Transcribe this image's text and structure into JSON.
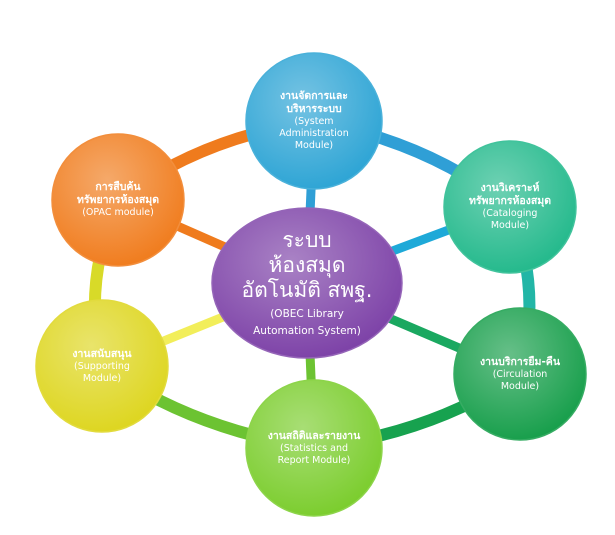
{
  "diagram": {
    "center": {
      "lines_th": [
        "ระบบ",
        "ห้องสมุด",
        "อัตโนมัติ สพฐ."
      ],
      "lines_en": [
        "(OBEC  Library",
        "Automation System)"
      ],
      "color": "#7b3fa6"
    },
    "modules": [
      {
        "id": "system-admin",
        "lines_th": [
          "งานจัดการและ",
          "บริหารระบบ"
        ],
        "lines_en": [
          "(System",
          "Administration",
          "Module)"
        ],
        "color": "#2aa3d4",
        "ring_color": "#2f9fd6"
      },
      {
        "id": "cataloging",
        "lines_th": [
          "งานวิเคราะห์",
          "ทรัพยากรห้องสมุด"
        ],
        "lines_en": [
          "(Cataloging",
          "Module)"
        ],
        "color": "#20b88a",
        "ring_color": "#22b6a6"
      },
      {
        "id": "circulation",
        "lines_th": [
          "งานบริการยืม-คืน"
        ],
        "lines_en": [
          "(Circulation",
          "Module)"
        ],
        "color": "#139d48",
        "ring_color": "#17a24f"
      },
      {
        "id": "statistics",
        "lines_th": [
          "งานสถิติและรายงาน"
        ],
        "lines_en": [
          "(Statistics and",
          "Report Module)"
        ],
        "color": "#79cc2a",
        "ring_color": "#6cc332"
      },
      {
        "id": "supporting",
        "lines_th": [
          "งานสนับสนุน"
        ],
        "lines_en": [
          "(Supporting",
          "Module)"
        ],
        "color": "#ddd51c",
        "ring_color": "#d8da28"
      },
      {
        "id": "opac",
        "lines_th": [
          "การสืบค้น",
          "ทรัพยากรห้องสมุด"
        ],
        "lines_en": [
          "(OPAC module)"
        ],
        "color": "#f07a1a",
        "ring_color": "#ef7b1d"
      }
    ]
  }
}
